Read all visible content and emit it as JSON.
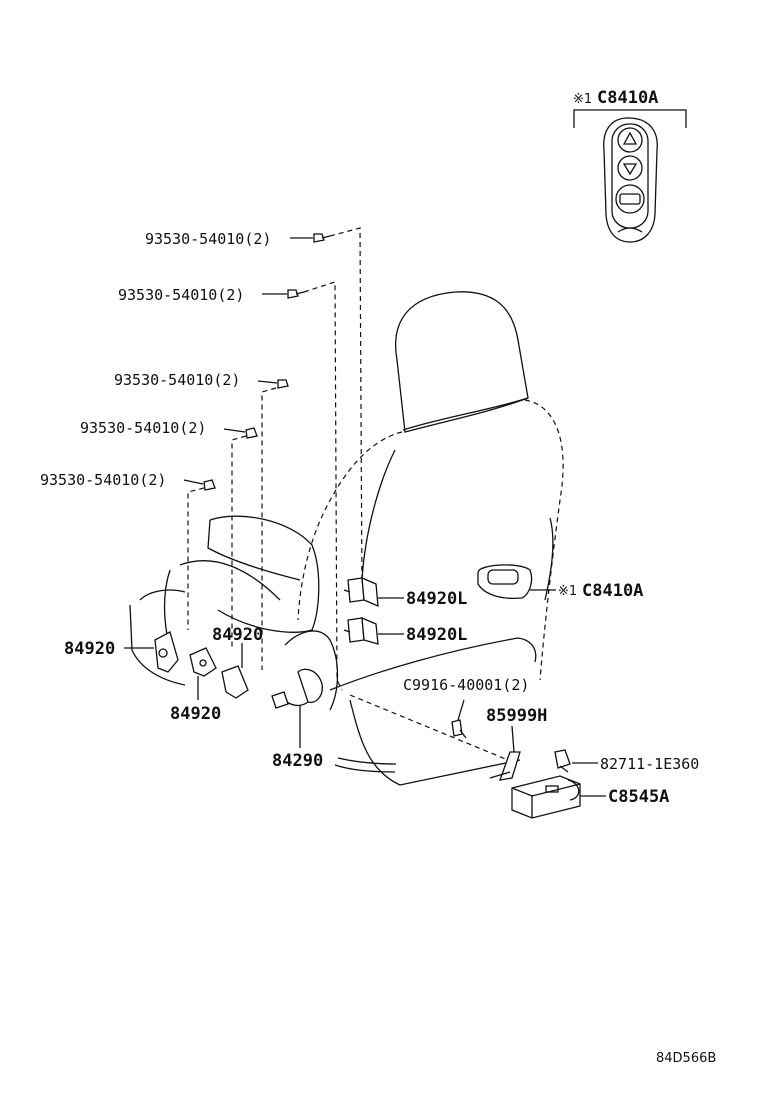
{
  "figure_code": "84D566B",
  "remote": {
    "mark": "※1",
    "code": "C8410A"
  },
  "callouts": {
    "bolt_1": "93530-54010(2)",
    "bolt_2": "93530-54010(2)",
    "bolt_3": "93530-54010(2)",
    "bolt_4": "93530-54010(2)",
    "bolt_5": "93530-54010(2)",
    "switch_l_upper": "84920L",
    "switch_l_lower": "84920L",
    "switch_left": "84920",
    "switch_mid_upper": "84920",
    "switch_mid_lower": "84920",
    "harness": "84290",
    "screw": "C9916-40001(2)",
    "bracket": "85999H",
    "clip": "82711-1E360",
    "module": "C8545A",
    "control_mark": "※1",
    "control_code": "C8410A"
  }
}
